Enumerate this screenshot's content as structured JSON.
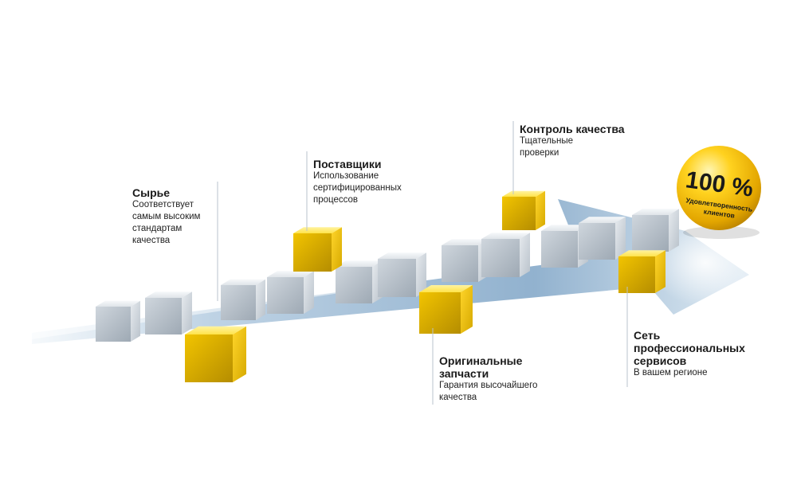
{
  "labels": {
    "raw": {
      "title": "Сырье",
      "desc": "Соответствует самым высоким стандартам качества"
    },
    "suppliers": {
      "title": "Поставщики",
      "desc": "Использование сертифицированных процессов"
    },
    "quality": {
      "title": "Контроль качества",
      "desc": "Тщательные проверки"
    },
    "parts": {
      "title": "Оригинальные запчасти",
      "desc": "Гарантия высочайшего качества"
    },
    "network": {
      "title": "Сеть профессиональных сервисов",
      "desc": "В вашем регионе"
    }
  },
  "badge": {
    "percent": "100 %",
    "caption": "Удовлетворенность клиентов"
  },
  "colors": {
    "arrow": "#8fb1cf",
    "arrow_light": "#e9f1f8",
    "gray_cube": "#c9d1d9",
    "yellow_cube": "#f1c500",
    "badge": "#f5c000"
  }
}
